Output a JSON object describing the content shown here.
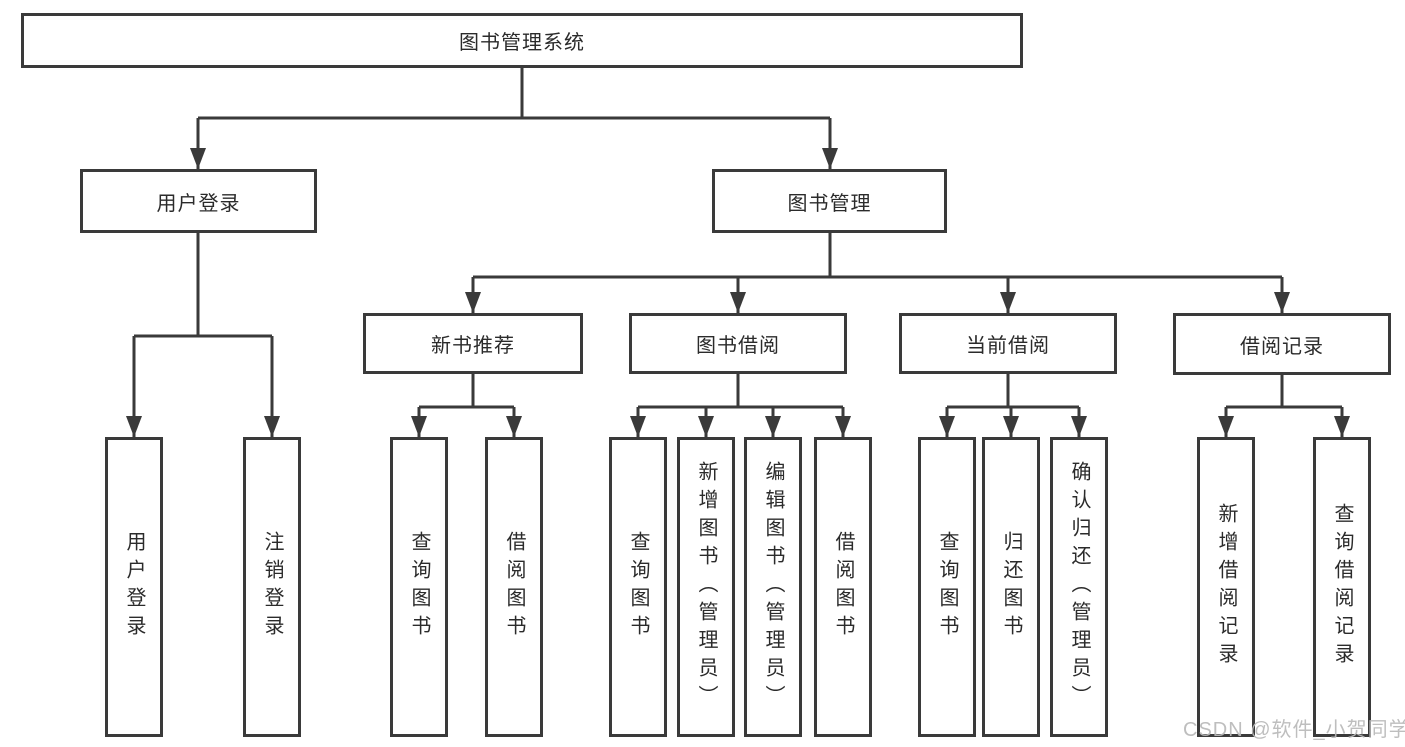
{
  "diagram_title": "图书管理系统",
  "nodes": {
    "root": "图书管理系统",
    "login": "用户登录",
    "manage": "图书管理",
    "recommend": "新书推荐",
    "borrow": "图书借阅",
    "current": "当前借阅",
    "records": "借阅记录",
    "login_user": "用户登录",
    "login_logout": "注销登录",
    "rec_query": "查询图书",
    "rec_borrow": "借阅图书",
    "bor_query": "查询图书",
    "bor_add": "新增图书（管理员）",
    "bor_edit": "编辑图书（管理员）",
    "bor_borrow": "借阅图书",
    "cur_query": "查询图书",
    "cur_return": "归还图书",
    "cur_confirm": "确认归还（管理员）",
    "brec_add": "新增借阅记录",
    "brec_query": "查询借阅记录"
  },
  "hierarchy": {
    "root": "图书管理系统",
    "children": [
      {
        "label": "用户登录",
        "children": [
          "用户登录",
          "注销登录"
        ]
      },
      {
        "label": "图书管理",
        "children": [
          {
            "label": "新书推荐",
            "children": [
              "查询图书",
              "借阅图书"
            ]
          },
          {
            "label": "图书借阅",
            "children": [
              "查询图书",
              "新增图书（管理员）",
              "编辑图书（管理员）",
              "借阅图书"
            ]
          },
          {
            "label": "当前借阅",
            "children": [
              "查询图书",
              "归还图书",
              "确认归还（管理员）"
            ]
          },
          {
            "label": "借阅记录",
            "children": [
              "新增借阅记录",
              "查询借阅记录"
            ]
          }
        ]
      }
    ]
  },
  "watermark": {
    "text": "CSDN @软件_小贺同学",
    "color": "#b9b9b9"
  },
  "colors": {
    "line": "#3a3a3a",
    "text": "#2b2b2b",
    "background": "#ffffff"
  }
}
